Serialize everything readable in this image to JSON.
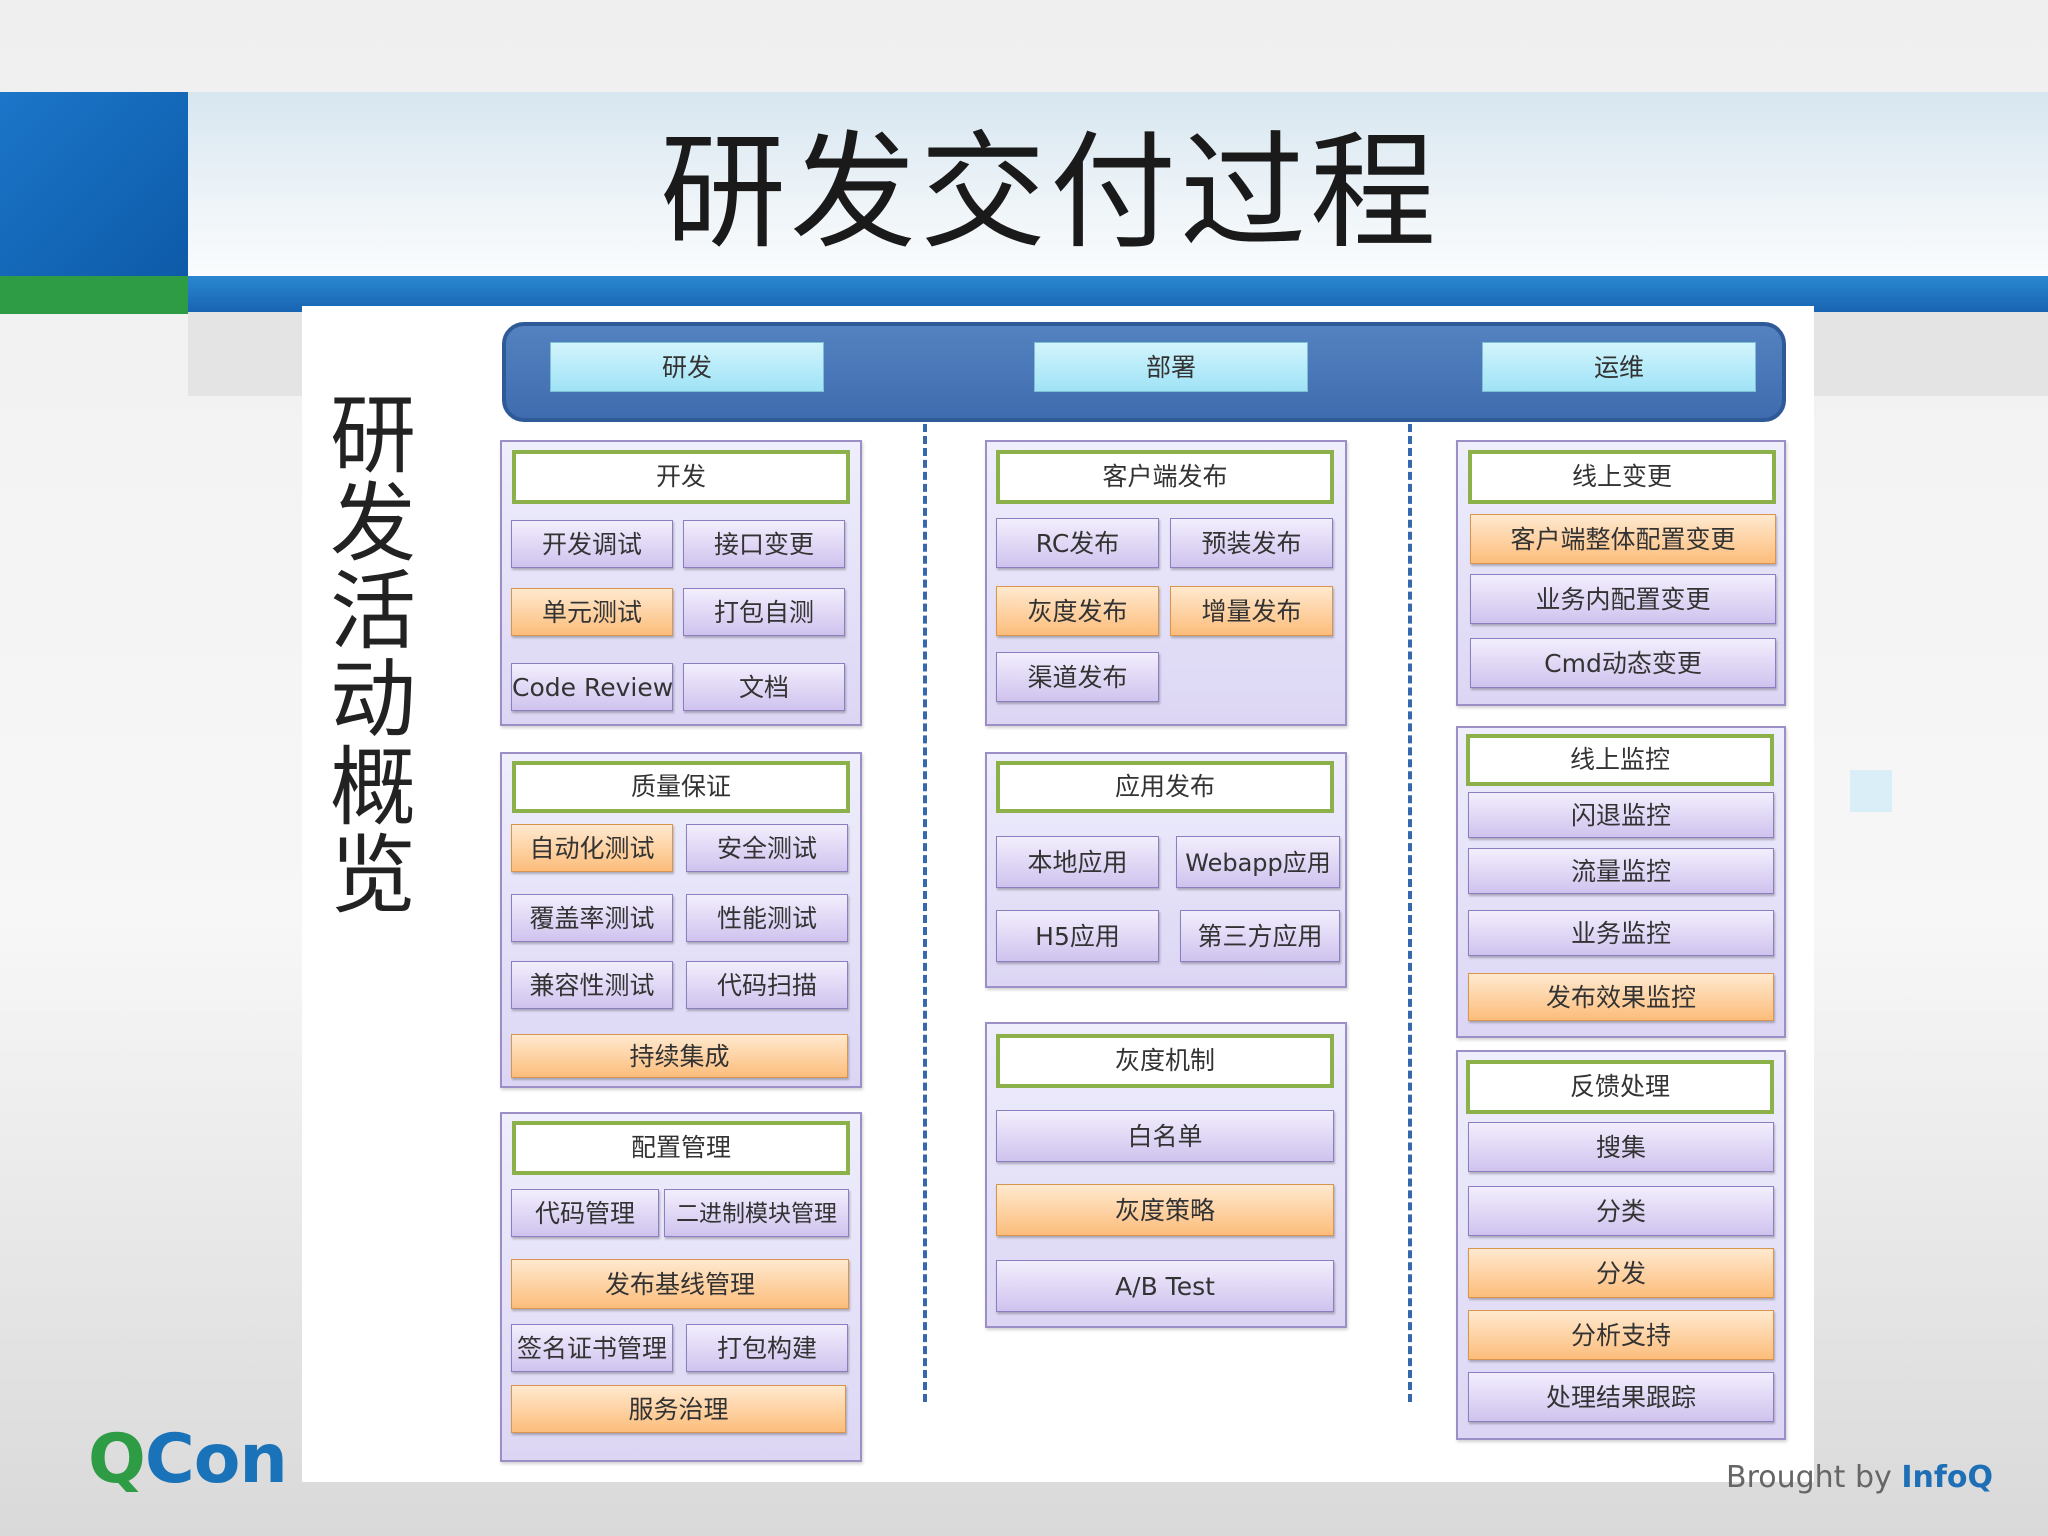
{
  "title": "研发交付过程",
  "vertical_title": "研发活动概览",
  "phases": [
    "研发",
    "部署",
    "运维"
  ],
  "groups": {
    "kaifa": {
      "header": "开发",
      "items": [
        "开发调试",
        "接口变更",
        "单元测试",
        "打包自测",
        "Code Review",
        "文档"
      ]
    },
    "zhiliang": {
      "header": "质量保证",
      "items": [
        "自动化测试",
        "安全测试",
        "覆盖率测试",
        "性能测试",
        "兼容性测试",
        "代码扫描",
        "持续集成"
      ]
    },
    "peizhi": {
      "header": "配置管理",
      "items": [
        "代码管理",
        "二进制模块管理",
        "发布基线管理",
        "签名证书管理",
        "打包构建",
        "服务治理"
      ]
    },
    "kehuduan": {
      "header": "客户端发布",
      "items": [
        "RC发布",
        "预装发布",
        "灰度发布",
        "增量发布",
        "渠道发布"
      ]
    },
    "yingyong": {
      "header": "应用发布",
      "items": [
        "本地应用",
        "Webapp应用",
        "H5应用",
        "第三方应用"
      ]
    },
    "huidu": {
      "header": "灰度机制",
      "items": [
        "白名单",
        "灰度策略",
        "A/B Test"
      ]
    },
    "xianshang": {
      "header": "线上变更",
      "items": [
        "客户端整体配置变更",
        "业务内配置变更",
        "Cmd动态变更"
      ]
    },
    "jiankong": {
      "header": "线上监控",
      "items": [
        "闪退监控",
        "流量监控",
        "业务监控",
        "发布效果监控"
      ]
    },
    "fankui": {
      "header": "反馈处理",
      "items": [
        "搜集",
        "分类",
        "分发",
        "分析支持",
        "处理结果跟踪"
      ]
    }
  },
  "footer": {
    "logo": "QCon",
    "brought_prefix": "Brought by",
    "brought_brand": "InfoQ"
  },
  "colors": {
    "highlight": "#fcbd7b",
    "normal": "#d8cff2",
    "header_border": "#8cb04a",
    "phase_bar": "#4a78b8"
  }
}
